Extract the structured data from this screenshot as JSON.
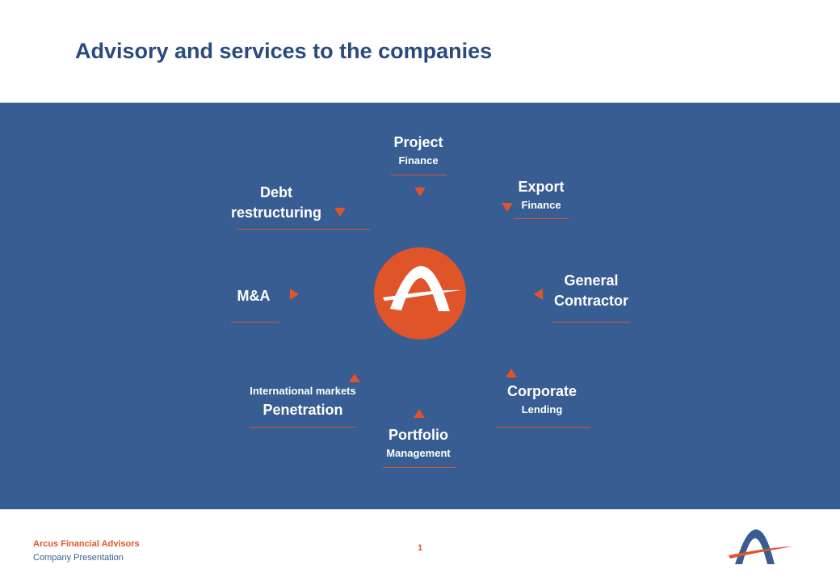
{
  "slide": {
    "title": "Advisory and services to the companies",
    "colors": {
      "title": "#2a4a7f",
      "band": "#375d92",
      "accent": "#e0542a",
      "text_on_band": "#ffffff"
    }
  },
  "center_logo": {
    "icon": "arcus-logo-icon",
    "shape": "orange circle with white A mark"
  },
  "services": {
    "project_finance": {
      "line1": "Project",
      "line2": "Finance"
    },
    "export_finance": {
      "line1": "Export",
      "line2": "Finance"
    },
    "general_contractor": {
      "line1": "General",
      "line2": "Contractor"
    },
    "corporate_lending": {
      "line1": "Corporate",
      "line2": "Lending"
    },
    "portfolio_management": {
      "line1": "Portfolio",
      "line2": "Management"
    },
    "intl_markets": {
      "line1": "International markets",
      "line2": "Penetration"
    },
    "ma": {
      "line1": "M&A"
    },
    "debt_restructuring": {
      "line1": "Debt",
      "line2": "restructuring"
    }
  },
  "footer": {
    "company": "Arcus Financial  Advisors",
    "subtitle": "Company Presentation",
    "page_number": "1",
    "logo_icon": "arcus-logo-icon"
  }
}
